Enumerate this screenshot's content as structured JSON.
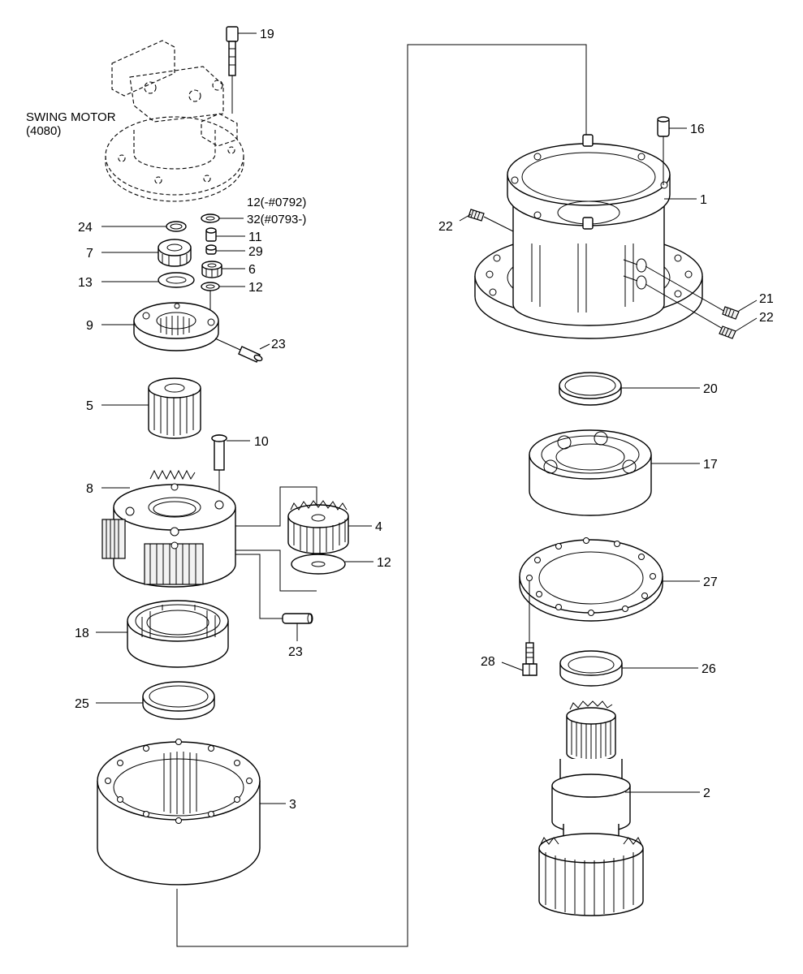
{
  "motor": {
    "title": "SWING MOTOR",
    "code": "(4080)"
  },
  "labels": {
    "p1": "1",
    "p2": "2",
    "p3": "3",
    "p4": "4",
    "p5": "5",
    "p6": "6",
    "p7": "7",
    "p8": "8",
    "p9": "9",
    "p10": "10",
    "p11": "11",
    "p12a": "12(-#0792)",
    "p12b": "12",
    "p12c": "12",
    "p13": "13",
    "p16": "16",
    "p17": "17",
    "p18": "18",
    "p19": "19",
    "p20": "20",
    "p21": "21",
    "p22a": "22",
    "p22b": "22",
    "p23a": "23",
    "p23b": "23",
    "p24": "24",
    "p25": "25",
    "p26": "26",
    "p27": "27",
    "p28": "28",
    "p29": "29",
    "p32": "32(#0793-)"
  }
}
